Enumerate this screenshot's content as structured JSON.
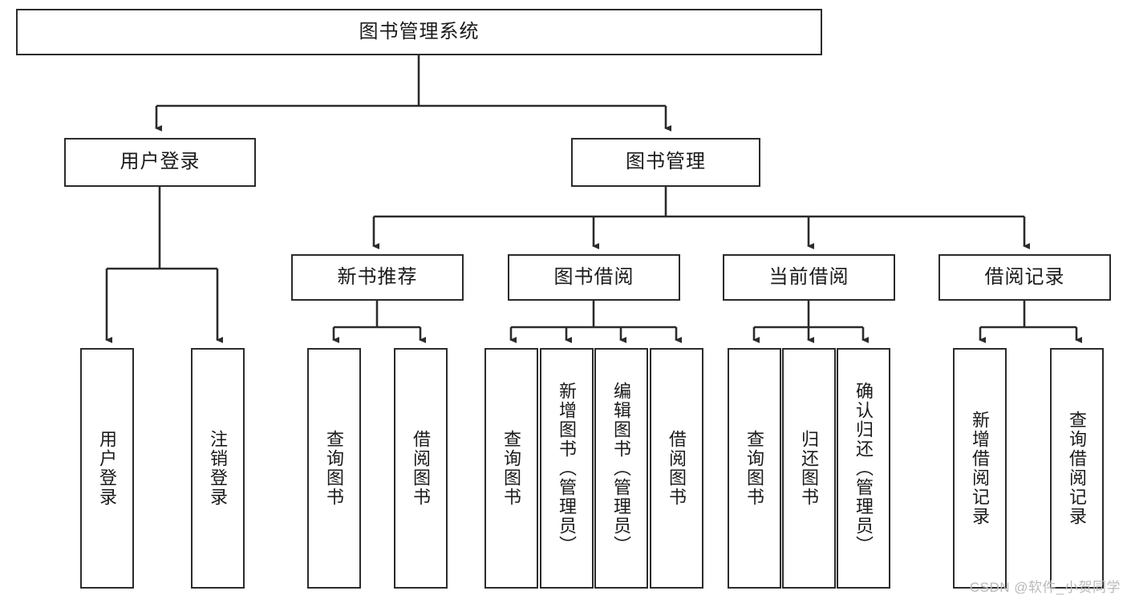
{
  "diagram": {
    "type": "tree-hierarchy",
    "title": "图书管理系统",
    "background_color": "#ffffff",
    "line_color": "#2b2b2b",
    "text_color": "#1a1a1a",
    "root": {
      "id": "root",
      "label": "图书管理系统",
      "orientation": "horizontal"
    },
    "level2": [
      {
        "id": "user-login",
        "label": "用户登录",
        "orientation": "horizontal"
      },
      {
        "id": "book-manage",
        "label": "图书管理",
        "orientation": "horizontal"
      }
    ],
    "level3": [
      {
        "id": "new-book-recommend",
        "label": "新书推荐",
        "orientation": "horizontal",
        "parent": "book-manage"
      },
      {
        "id": "book-borrow",
        "label": "图书借阅",
        "orientation": "horizontal",
        "parent": "book-manage"
      },
      {
        "id": "current-borrow",
        "label": "当前借阅",
        "orientation": "horizontal",
        "parent": "book-manage"
      },
      {
        "id": "borrow-record",
        "label": "借阅记录",
        "orientation": "horizontal",
        "parent": "book-manage"
      }
    ],
    "leaves": [
      {
        "id": "leaf-user-login",
        "label": "用户登录",
        "parent": "user-login",
        "orientation": "vertical"
      },
      {
        "id": "leaf-user-logout",
        "label": "注销登录",
        "parent": "user-login",
        "orientation": "vertical"
      },
      {
        "id": "leaf-query-book-1",
        "label": "查询图书",
        "parent": "new-book-recommend",
        "orientation": "vertical"
      },
      {
        "id": "leaf-borrow-book-1",
        "label": "借阅图书",
        "parent": "new-book-recommend",
        "orientation": "vertical"
      },
      {
        "id": "leaf-query-book-2",
        "label": "查询图书",
        "parent": "book-borrow",
        "orientation": "vertical"
      },
      {
        "id": "leaf-add-book",
        "label": "新增图书（管理员）",
        "parent": "book-borrow",
        "orientation": "vertical"
      },
      {
        "id": "leaf-edit-book",
        "label": "编辑图书（管理员）",
        "parent": "book-borrow",
        "orientation": "vertical"
      },
      {
        "id": "leaf-borrow-book-2",
        "label": "借阅图书",
        "parent": "book-borrow",
        "orientation": "vertical"
      },
      {
        "id": "leaf-query-book-3",
        "label": "查询图书",
        "parent": "current-borrow",
        "orientation": "vertical"
      },
      {
        "id": "leaf-return-book",
        "label": "归还图书",
        "parent": "current-borrow",
        "orientation": "vertical"
      },
      {
        "id": "leaf-confirm-return",
        "label": "确认归还（管理员）",
        "parent": "current-borrow",
        "orientation": "vertical"
      },
      {
        "id": "leaf-add-record",
        "label": "新增借阅记录",
        "parent": "borrow-record",
        "orientation": "vertical"
      },
      {
        "id": "leaf-query-record",
        "label": "查询借阅记录",
        "parent": "borrow-record",
        "orientation": "vertical"
      }
    ]
  },
  "watermark": {
    "text": "CSDN @软件_小贺同学"
  }
}
